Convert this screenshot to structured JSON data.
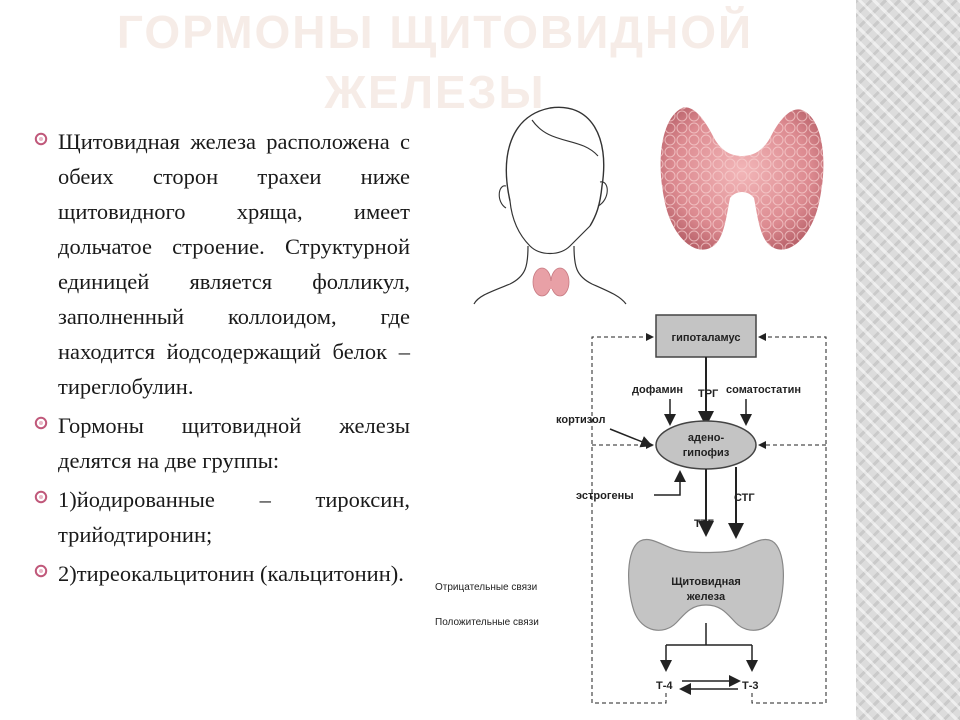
{
  "slide": {
    "title": "ГОРМОНЫ ЩИТОВИДНОЙ ЖЕЛЕЗЫ",
    "bullets": [
      "Щитовидная железа расположена с обеих сторон трахеи ниже щитовидного хряща, имеет дольчатое строение. Структурной единицей является фолликул, заполненный коллоидом, где находится йодсодержащий белок – тиреглобулин.",
      "Гормоны щитовидной железы делятся на две группы:",
      "1)йодированные – тироксин, трийодтиронин;",
      "2)тиреокальцитонин (кальцитонин)."
    ]
  },
  "diagram": {
    "hypothalamus": "гипоталамус",
    "dopamine": "дофамин",
    "trg": "ТРГ",
    "somatostatin": "соматостатин",
    "cortisol": "кортизол",
    "adeno_line1": "адено-",
    "adeno_line2": "гипофиз",
    "estrogens": "эстрогены",
    "ttg": "ТТГ",
    "stg": "СТГ",
    "thyroid_line1": "Щитовидная",
    "thyroid_line2": "железа",
    "t4": "Т-4",
    "t3": "Т-3",
    "legend_negative": "Отрицательные связи",
    "legend_positive": "Положительные связи"
  },
  "colors": {
    "title": "#f6ece7",
    "bullet_ring": "#c0587a",
    "text": "#1a1a1a",
    "gland_pink": "#e8a0a6",
    "diagram_box": "#c4c4c4"
  }
}
